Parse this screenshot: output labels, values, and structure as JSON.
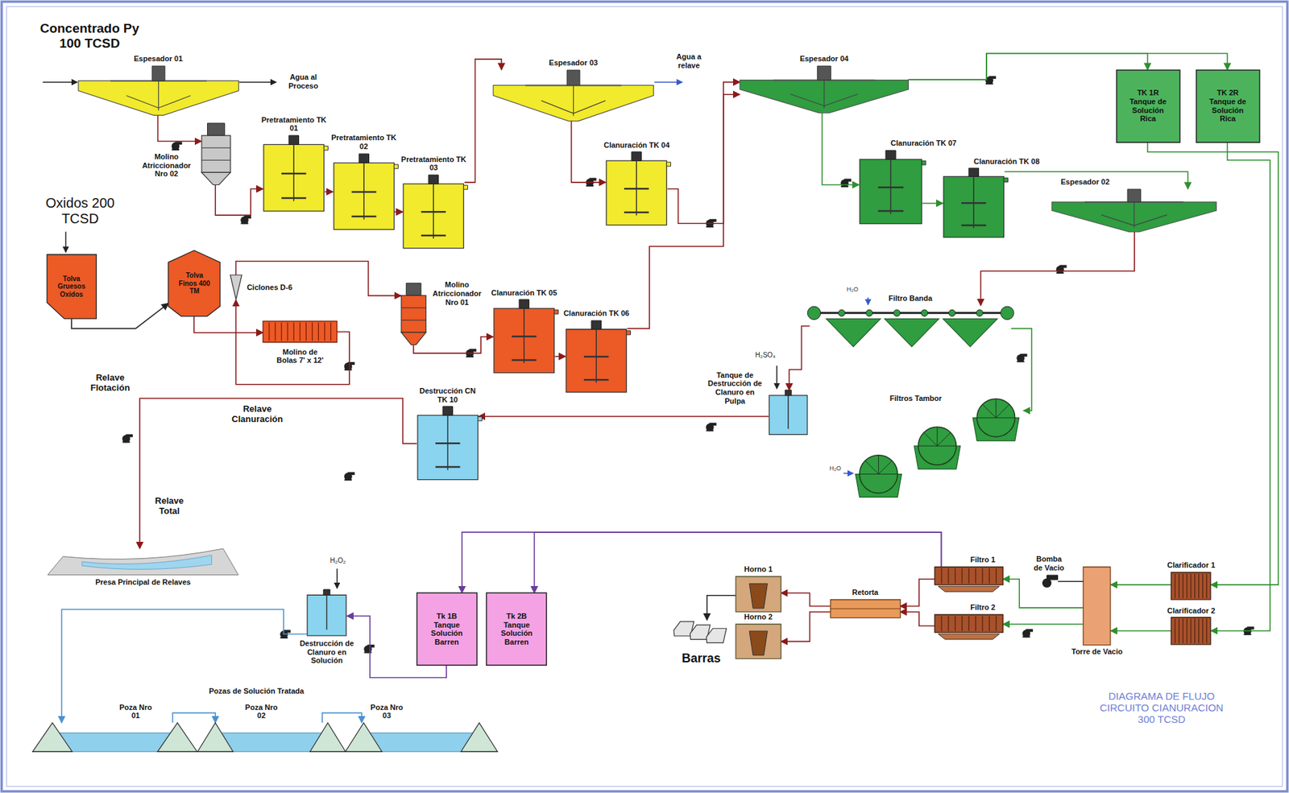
{
  "diagram": {
    "caption": "DIAGRAMA DE FLUJO CIRCUITO CIANURACION 300 TCSD",
    "nodes": [
      {
        "text": [
          "Espesador 01"
        ]
      },
      {
        "text": [
          "Molino Atriccionador Nro 02"
        ]
      },
      {
        "text": [
          "Pretratamiento TK 01"
        ]
      },
      {
        "text": [
          "Pretratamiento TK 02"
        ]
      },
      {
        "text": [
          "Pretratamiento TK 03"
        ]
      },
      {
        "text": [
          "Espesador 03"
        ]
      },
      {
        "text": [
          "Clanuración TK 04"
        ]
      },
      {
        "text": [
          "Espesador 04"
        ]
      },
      {
        "text": [
          "Clanuración TK 07"
        ]
      },
      {
        "text": [
          "Clanuración TK 08"
        ]
      },
      {
        "text": [
          "TK 1R Tanque de Solución Rica"
        ]
      },
      {
        "text": [
          "TK 2R Tanque de Solución Rica"
        ]
      },
      {
        "text": [
          "Espesador 02"
        ]
      },
      {
        "text": [
          "Tolva Gruesos Oxidos"
        ]
      },
      {
        "text": [
          "Tolva Finos 400 TM"
        ]
      },
      {
        "text": [
          "Ciclones D-6"
        ]
      },
      {
        "text": [
          "Molino de Bolas 7' x 12'"
        ]
      },
      {
        "text": [
          "Molino Atriccionador Nro 01"
        ]
      },
      {
        "text": [
          "Clanuración TK 05"
        ]
      },
      {
        "text": [
          "Clanuración TK 06"
        ]
      },
      {
        "text": [
          "Filtro Banda"
        ]
      },
      {
        "text": [
          "Filtros Tambor"
        ]
      },
      {
        "text": [
          "Tanque de Destrucción de Clanuro en Pulpa"
        ]
      },
      {
        "text": [
          "Destrucción CN TK 10"
        ]
      },
      {
        "text": [
          "Presa Principal de Relaves"
        ]
      },
      {
        "text": [
          "Destrucción de Clanuro en Solución"
        ]
      },
      {
        "text": [
          "Tk 1B Tanque Solución Barren"
        ]
      },
      {
        "text": [
          "Tk 2B Tanque Solución Barren"
        ]
      },
      {
        "text": [
          "Poza Nro 01"
        ]
      },
      {
        "text": [
          "Poza Nro 02"
        ]
      },
      {
        "text": [
          "Poza Nro 03"
        ]
      },
      {
        "text": [
          "Horno 1"
        ]
      },
      {
        "text": [
          "Horno 2"
        ]
      },
      {
        "text": [
          "Barras"
        ]
      },
      {
        "text": [
          "Retorta"
        ]
      },
      {
        "text": [
          "Filtro 1"
        ]
      },
      {
        "text": [
          "Filtro 2"
        ]
      },
      {
        "text": [
          "Torre de Vacio"
        ]
      },
      {
        "text": [
          "Bomba de Vacio"
        ]
      },
      {
        "text": [
          "Clarificador 1"
        ]
      },
      {
        "text": [
          "Clarificador 2"
        ]
      }
    ],
    "edges": [
      {
        "from": 0,
        "to": 1,
        "arrow": "to"
      },
      {
        "from": 1,
        "to": 2,
        "arrow": "to"
      },
      {
        "from": 2,
        "to": 3,
        "arrow": "to"
      },
      {
        "from": 3,
        "to": 4,
        "arrow": "to"
      },
      {
        "from": 4,
        "to": 5,
        "arrow": "to"
      },
      {
        "from": 5,
        "to": 6,
        "arrow": "to"
      },
      {
        "from": 6,
        "to": 7,
        "arrow": "to"
      },
      {
        "from": 19,
        "to": 7,
        "arrow": "to"
      },
      {
        "from": 7,
        "to": 8,
        "arrow": "to"
      },
      {
        "from": 8,
        "to": 9,
        "arrow": "to"
      },
      {
        "from": 9,
        "to": 12,
        "arrow": "to"
      },
      {
        "from": 7,
        "to": 10,
        "arrow": "to"
      },
      {
        "from": 7,
        "to": 11,
        "arrow": "to"
      },
      {
        "from": 12,
        "to": 20,
        "arrow": "to"
      },
      {
        "from": 20,
        "to": 21,
        "arrow": "to"
      },
      {
        "from": 20,
        "to": 22,
        "arrow": "to"
      },
      {
        "from": 22,
        "to": 23,
        "arrow": "to"
      },
      {
        "from": 23,
        "to": 24,
        "label": "Relave Clanuración",
        "arrow": "to"
      },
      {
        "from": 13,
        "to": 14,
        "arrow": "to"
      },
      {
        "from": 14,
        "to": 16,
        "arrow": "to"
      },
      {
        "from": 16,
        "to": 15,
        "arrow": "to"
      },
      {
        "from": 15,
        "to": 17,
        "arrow": "to"
      },
      {
        "from": 17,
        "to": 18,
        "arrow": "to"
      },
      {
        "from": 18,
        "to": 19,
        "arrow": "to"
      },
      {
        "from": 10,
        "to": 39,
        "arrow": "to"
      },
      {
        "from": 11,
        "to": 40,
        "arrow": "to"
      },
      {
        "from": 39,
        "to": 37,
        "arrow": "to"
      },
      {
        "from": 40,
        "to": 37,
        "arrow": "to"
      },
      {
        "from": 37,
        "to": 35,
        "arrow": "to"
      },
      {
        "from": 37,
        "to": 36,
        "arrow": "to"
      },
      {
        "from": 38,
        "to": 37,
        "arrow": "none"
      },
      {
        "from": 35,
        "to": 34,
        "arrow": "to"
      },
      {
        "from": 36,
        "to": 34,
        "arrow": "to"
      },
      {
        "from": 34,
        "to": 31,
        "arrow": "to"
      },
      {
        "from": 34,
        "to": 32,
        "arrow": "to"
      },
      {
        "from": 31,
        "to": 33,
        "arrow": "to"
      },
      {
        "from": 35,
        "to": 27,
        "arrow": "to"
      },
      {
        "from": 35,
        "to": 26,
        "arrow": "to"
      },
      {
        "from": 26,
        "to": 25,
        "arrow": "to"
      },
      {
        "from": 25,
        "to": 28,
        "arrow": "to"
      },
      {
        "from": 28,
        "to": 29,
        "arrow": "to"
      },
      {
        "from": 29,
        "to": 30,
        "arrow": "to"
      }
    ],
    "labels": [
      "Concentrado Py 100 TCSD",
      "Agua al Proceso",
      "Agua a relave",
      "Oxidos 200 TCSD",
      "Relave Flotación",
      "Relave Total",
      "Pozas de Solución Tratada",
      "H₂O",
      "H₂O",
      "H₂SO₄",
      "H₂O₂"
    ]
  }
}
